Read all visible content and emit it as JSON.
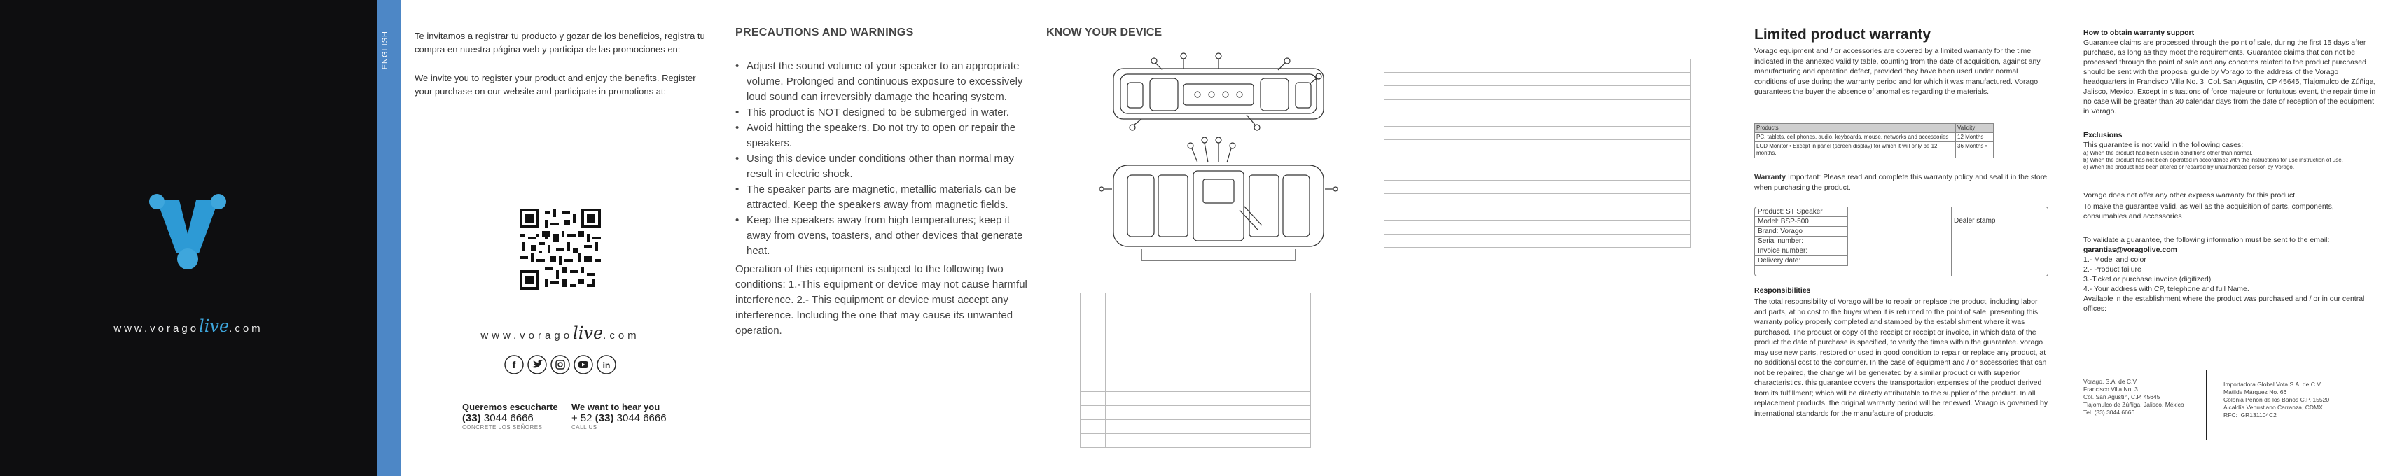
{
  "cover": {
    "website_prefix": "www.vorago",
    "website_live": "live",
    "website_suffix": ".com",
    "brand_color": "#3ea6dc",
    "background": "#0e0e10"
  },
  "strip": {
    "label": "ENGLISH",
    "color": "#4d87c6"
  },
  "panel2": {
    "intro_es": "Te invitamos a registrar tu producto y gozar de los beneficios, registra tu compra en nuestra página web y participa de las promociones en:",
    "intro_en": "We invite you to register your product and enjoy the benefits. Register your purchase on our website and participate in promotions at:",
    "website_prefix": "www.vorago",
    "website_live": "live",
    "website_suffix": ".com",
    "social_icons": [
      "facebook-icon",
      "twitter-icon",
      "instagram-icon",
      "youtube-icon",
      "linkedin-icon"
    ],
    "contact_es_title": "Queremos escucharte",
    "contact_es_area": "(33)",
    "contact_es_number": "3044 6666",
    "contact_es_sub": "CONCRETE LOS SEÑORES",
    "contact_en_title": "We want to hear you",
    "contact_en_code": "+ 52",
    "contact_en_area": "(33)",
    "contact_en_number": "3044 6666",
    "contact_en_sub": "CALL US"
  },
  "panel3": {
    "title": "PRECAUTIONS AND WARNINGS",
    "items": [
      "Adjust the sound volume of your speaker to an appropriate volume. Prolonged and continuous exposure to excessively loud sound can irreversibly damage the hearing system.",
      "This product is NOT designed to be submerged in water.",
      "Avoid hitting the speakers. Do not try to open or repair the speakers.",
      "Using this device under conditions other than normal may result in electric shock.",
      "The speaker parts are magnetic, metallic materials can be attracted. Keep the speakers away from magnetic fields.",
      "Keep the speakers away from high temperatures; keep it away from ovens, toasters, and other devices that generate heat."
    ],
    "footer": "Operation of this equipment is subject to the following two conditions: 1.-This equipment or device may not cause harmful interference. 2.- This equipment or device must accept any interference. Including the one that may cause its unwanted operation."
  },
  "panel4": {
    "title": "KNOW YOUR DEVICE"
  },
  "panel6": {
    "title": "Limited product warranty",
    "intro": "Vorago equipment and / or accessories are covered by a limited warranty for the time indicated in the annexed validity table, counting from the date of acquisition, against any manufacturing and operation defect, provided they have been used under normal conditions of use during the warranty period and for which it was manufactured. Vorago guarantees the buyer the absence of anomalies regarding the materials.",
    "table_head_product": "Products",
    "table_head_validity": "Validity",
    "table_rows": [
      {
        "product": "PC, tablets, cell phones, audio, keyboards, mouse, networks and accessories",
        "validity": "12 Months"
      },
      {
        "product": "LCD Monitor • Except in panel (screen display) for which it will only be 12 months.",
        "validity": "36 Months •"
      }
    ],
    "warranty_label": "Warranty",
    "warranty_text": "Important: Please read and complete this warranty policy and seal it in the store when purchasing the product.",
    "form": {
      "product": "Product: ST Speaker",
      "model": "Model: BSP-500",
      "brand": "Brand: Vorago",
      "serial": "Serial number:",
      "invoice": "Invoice number:",
      "delivery": "Delivery date:",
      "dealer": "Dealer stamp"
    },
    "resp_title": "Responsibilities",
    "resp_text": "The total responsibility of Vorago will be to repair or replace the product, including labor and parts, at no cost to the buyer when it is returned to the point of sale, presenting this warranty policy properly completed and stamped by the establishment where it was purchased. The product or copy of the receipt or receipt or invoice, in which data of the product the date of purchase is specified, to verify the times within the guarantee. vorago may use new parts, restored or used in good condition to repair or replace any product, at no additional cost to the consumer. In the case of equipment and / or accessories that can not be repaired, the change will be generated by a similar product or with superior characteristics. this guarantee covers the transportation expenses of the product derived from its fulfillment; which will be directly attributable to the supplier of the product. In all replacement products. the original warranty period will be renewed. Vorago is governed by international standards for the manufacture of products."
  },
  "panel7": {
    "obtain_title": "How to obtain warranty support",
    "obtain_text": "Guarantee claims are processed through the point of sale, during the first 15 days after purchase, as long as they meet the requirements. Guarantee claims that can not be processed through the point of sale and any concerns related to the product purchased should be sent with the proposal guide by Vorago to the address of the Vorago headquarters in Francisco Villa No. 3, Col. San Agustín, CP 45645, Tlajomulco de Zúñiga, Jalisco, Mexico. Except in situations of force majeure or fortuitous event, the repair time in no case will be greater than 30 calendar days from the date of reception of the equipment in Vorago.",
    "exclusions_title": "Exclusions",
    "exclusions_intro": "This guarantee is not valid in the following cases:",
    "exclusions": [
      "a) When the product had been used in conditions other than normal.",
      "b) When the product has not been operated in accordance with the instructions for use instruction of use.",
      "c) When the product has been altered or repaired by unauthorized person by Vorago."
    ],
    "no_other": "Vorago does not offer any other express warranty for this product.",
    "make_valid": "To make the guarantee valid, as well as the acquisition of parts, components, consumables and accessories",
    "validate_intro": "To validate a guarantee, the following information must be sent to the email:",
    "email": "garantias@voragolive.com",
    "steps": [
      "1.- Model and color",
      "2.- Product failure",
      "3.-Ticket or purchase invoice (digitized)",
      "4.- Your address with CP, telephone and full Name."
    ],
    "available": "Available in the establishment where the product was purchased and / or in our central offices:",
    "address_left": [
      "Vorago, S.A. de C.V.",
      "Francisco Villa No. 3",
      "Col. San Agustín, C.P. 45645",
      "Tlajomulco de Zúñiga, Jalisco, México",
      "Tel. (33) 3044 6666"
    ],
    "address_right": [
      "Importadora Global Vota S.A. de C.V.",
      "Matilde Márquez No. 66",
      "Colonia Peñón de los Baños C.P. 15520",
      "Alcaldía Venustiano Carranza, CDMX",
      "RFC: IGR131104C2"
    ]
  }
}
